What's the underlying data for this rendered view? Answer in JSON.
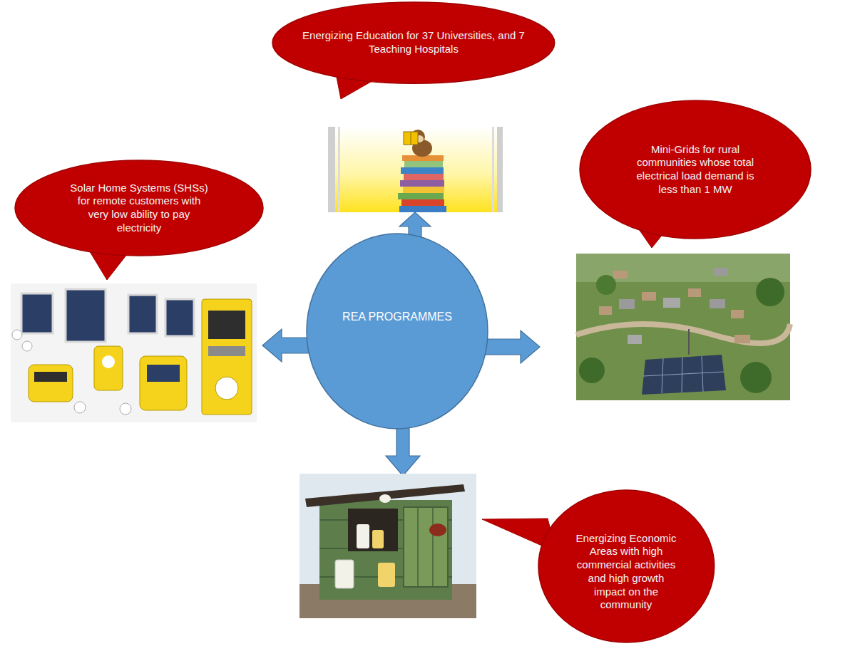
{
  "diagram": {
    "nodes": [
      {
        "text": [
          "Energizing Education for 37 Universities, and 7 Teaching Hospitals"
        ]
      },
      {
        "text": [
          "Solar Home Systems (SHSs) for remote customers with very low ability to pay electricity"
        ]
      },
      {
        "text": [
          "Mini-Grids for rural communities whose total electrical load demand is less than 1 MW"
        ]
      },
      {
        "text": [
          "REA PROGRAMMES"
        ]
      },
      {
        "text": [
          "Energizing Economic Areas with high commercial activities and high growth impact on the community"
        ]
      }
    ]
  }
}
